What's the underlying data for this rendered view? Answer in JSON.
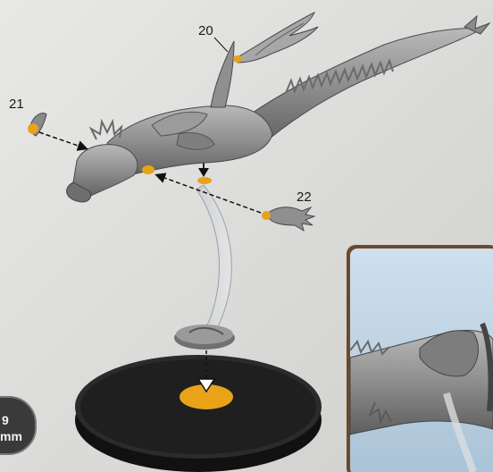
{
  "callouts": {
    "part_20": "20",
    "part_21": "21",
    "part_22": "22"
  },
  "scale_badge": {
    "line1": "9",
    "line2": "mm"
  },
  "colors": {
    "background": "#dcdcda",
    "glue_point": "#e8a319",
    "base_top": "#2a2a2a",
    "inset_border": "#6b4a2b",
    "inset_sky": "#c5d8e8"
  }
}
